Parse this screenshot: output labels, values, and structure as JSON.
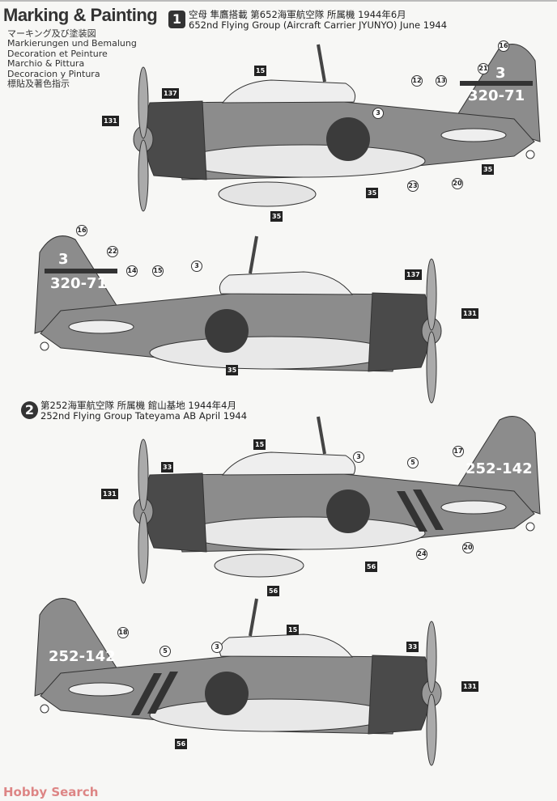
{
  "watermark": "Hobby Search",
  "title": "Marking & Painting",
  "languages": [
    "マーキング及び塗装図",
    "Markierungen und Bemalung",
    "Decoration et Peinture",
    "Marchio & Pittura",
    "Decoracion y Pintura",
    "標貼及著色指示"
  ],
  "schemes": [
    {
      "number": "1",
      "line_jp": "空母 隼鷹搭載 第652海軍航空隊 所属機 1944年6月",
      "line_en": "652nd Flying Group (Aircraft Carrier JYUNYO) June 1944",
      "tail_top": "3",
      "tail_code": "320-71",
      "callouts_left": [
        "137",
        "131",
        "15",
        "3",
        "16",
        "21",
        "12",
        "13",
        "23",
        "20",
        "35",
        "35",
        "35"
      ],
      "callouts_right": [
        "16",
        "22",
        "14",
        "15",
        "3",
        "137",
        "131",
        "35"
      ]
    },
    {
      "number": "2",
      "line_jp": "第252海軍航空隊 所属機 館山基地 1944年4月",
      "line_en": "252nd Flying Group Tateyama AB April 1944",
      "tail_code": "252-142",
      "callouts_left": [
        "15",
        "33",
        "131",
        "3",
        "5",
        "17",
        "24",
        "20",
        "56",
        "56"
      ],
      "callouts_right": [
        "18",
        "5",
        "3",
        "15",
        "33",
        "131",
        "56"
      ]
    }
  ],
  "colors": {
    "fuselage": "#8c8c8c",
    "cowling": "#4a4a4a",
    "hinomaru": "#3b3b3b",
    "underside": "#e2e2e2"
  }
}
